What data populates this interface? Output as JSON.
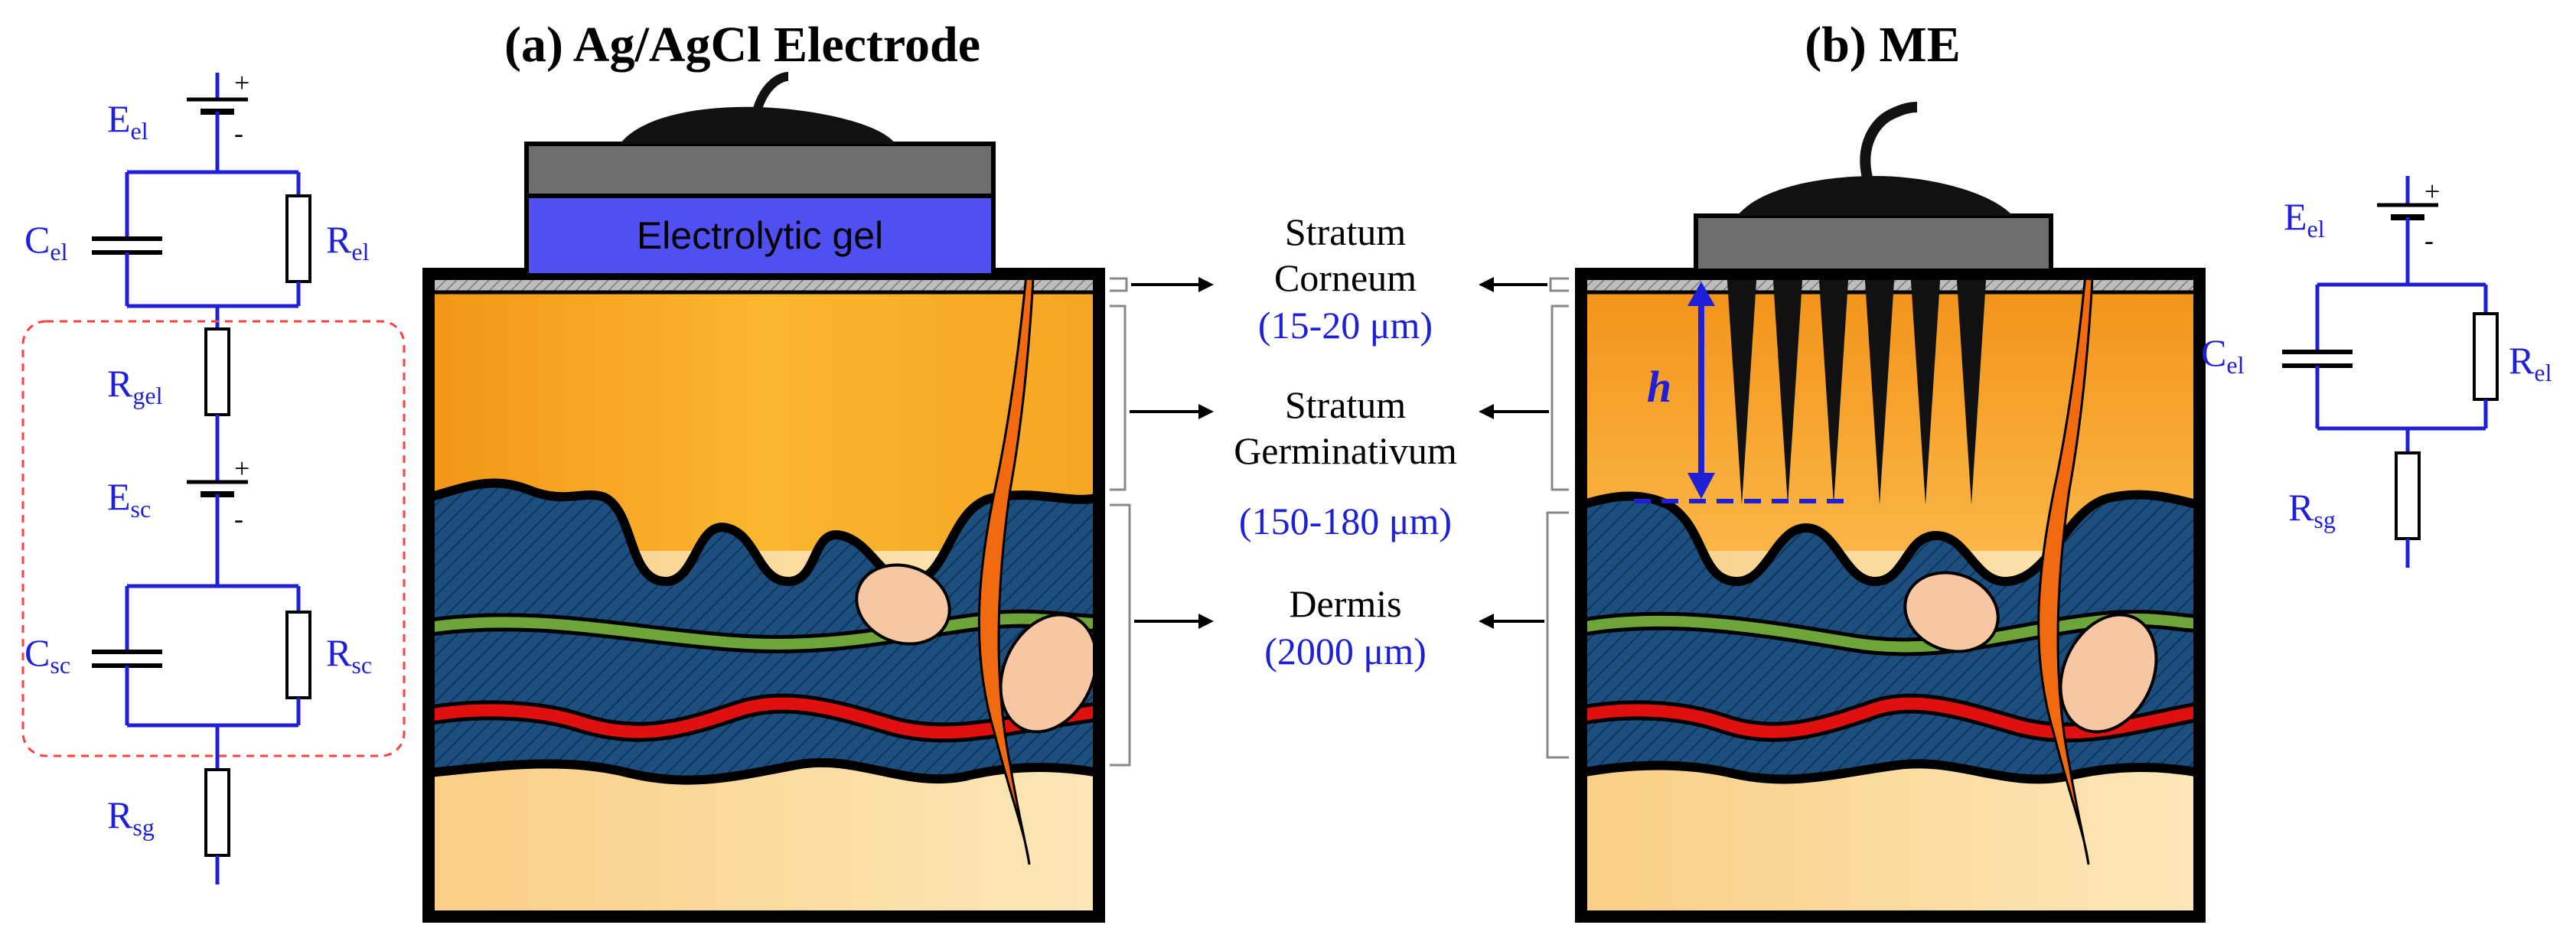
{
  "titles": {
    "left": "(a) Ag/AgCl Electrode",
    "right": "(b) ME"
  },
  "gel_label": "Electrolytic gel",
  "height_symbol": "h",
  "layers": [
    {
      "name": "Stratum",
      "name2": "Corneum",
      "thickness": "(15-20 μm)"
    },
    {
      "name": "Stratum",
      "name2": "Germinativum",
      "thickness": "(150-180 μm)"
    },
    {
      "name": "Dermis",
      "name2": "",
      "thickness": "(2000 μm)"
    }
  ],
  "left_circuit": {
    "E_el": {
      "main": "E",
      "sub": "el"
    },
    "C_el": {
      "main": "C",
      "sub": "el"
    },
    "R_el": {
      "main": "R",
      "sub": "el"
    },
    "R_gel": {
      "main": "R",
      "sub": "gel"
    },
    "E_sc": {
      "main": "E",
      "sub": "sc"
    },
    "C_sc": {
      "main": "C",
      "sub": "sc"
    },
    "R_sc": {
      "main": "R",
      "sub": "sc"
    },
    "R_sg": {
      "main": "R",
      "sub": "sg"
    },
    "plus": "+",
    "minus": "-"
  },
  "right_circuit": {
    "E_el": {
      "main": "E",
      "sub": "el"
    },
    "C_el": {
      "main": "C",
      "sub": "el"
    },
    "R_el": {
      "main": "R",
      "sub": "el"
    },
    "R_sg": {
      "main": "R",
      "sub": "sg"
    },
    "plus": "+",
    "minus": "-"
  },
  "colors": {
    "epidermis": "#f6a21d",
    "dermis": "#1c4f7c",
    "hypodermis": "#fbdc9c",
    "hair": "#f26a10",
    "blood_vessel": "#e01010",
    "nerve": "#6ea53a",
    "gland": "#f7c7a4",
    "gel": "#5050f0",
    "electrode": "#6e6e6e",
    "circuit": "#1f1fd6",
    "enclosure": "#ff4040"
  }
}
